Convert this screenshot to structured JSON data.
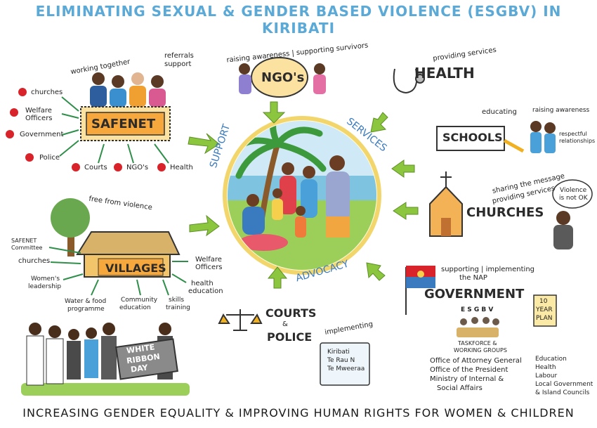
{
  "title": "ELIMINATING SEXUAL & GENDER BASED VIOLENCE (ESGBV) IN KIRIBATI",
  "footer": "INCREASING GENDER EQUALITY & IMPROVING HUMAN RIGHTS FOR WOMEN & CHILDREN",
  "center": {
    "support": "SUPPORT",
    "services": "SERVICES",
    "advocacy": "ADVOCACY"
  },
  "safenet": {
    "label": "SAFENET",
    "working_together": "working together",
    "referrals": "referrals",
    "support": "support",
    "members": [
      "churches",
      "Welfare",
      "Officers",
      "Government",
      "Police",
      "Courts",
      "NGO's",
      "Health"
    ]
  },
  "ngos": {
    "label": "NGO's",
    "caption": "raising awareness | supporting survivors"
  },
  "health": {
    "label": "HEALTH",
    "caption": "providing services"
  },
  "schools": {
    "label": "SCHOOLS",
    "educating": "educating",
    "raising": "raising awareness",
    "respectful": "respectful",
    "relationships": "relationships"
  },
  "churches": {
    "label": "CHURCHES",
    "sharing": "sharing the message",
    "providing": "providing services",
    "bubble1": "Violence",
    "bubble2": "is not OK"
  },
  "villages": {
    "label": "VILLAGES",
    "free": "free from violence",
    "items": [
      "SAFENET",
      "Committee",
      "churches",
      "Women's",
      "leadership",
      "Water & food",
      "programme",
      "Community",
      "education",
      "skills",
      "training",
      "health",
      "education",
      "Welfare",
      "Officers"
    ]
  },
  "white_ribbon": {
    "line1": "WHITE",
    "line2": "RIBBON",
    "line3": "DAY"
  },
  "courts": {
    "line1": "COURTS",
    "amp": "&",
    "line2": "POLICE"
  },
  "implementing": {
    "caption": "implementing",
    "doc": [
      "Kiribati",
      "Te Rau N",
      "Te Mweeraa"
    ]
  },
  "government": {
    "label": "GOVERNMENT",
    "caption1": "supporting | implementing",
    "caption2": "the NAP",
    "esgbv": "E S G B V",
    "taskforce1": "TASKFORCE &",
    "taskforce2": "WORKING GROUPS",
    "plan": [
      "10",
      "YEAR",
      "PLAN"
    ],
    "offices": [
      "Office of Attorney General",
      "Office of the President",
      "Ministry of Internal &",
      "Social Affairs"
    ],
    "sectors": [
      "Education",
      "Health",
      "Labour",
      "Local Government",
      "& Island Councils"
    ]
  },
  "colors": {
    "title": "#5aa9d6",
    "orange": "#f7a83c",
    "arrow": "#8cc63f",
    "circle": "#f5e79a",
    "red": "#d8232a"
  }
}
